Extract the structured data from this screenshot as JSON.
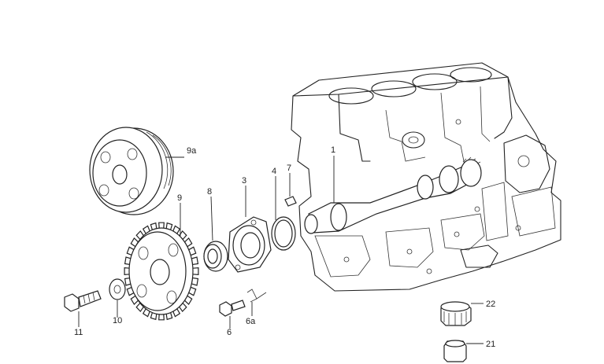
{
  "callouts": {
    "p1": "1",
    "p3": "3",
    "p4": "4",
    "p6": "6",
    "p6a": "6a",
    "p7": "7",
    "p8": "8",
    "p9": "9",
    "p9a": "9a",
    "p10": "10",
    "p11": "11",
    "p21": "21",
    "p22": "22"
  },
  "colors": {
    "line": "#222222",
    "background": "#ffffff"
  }
}
